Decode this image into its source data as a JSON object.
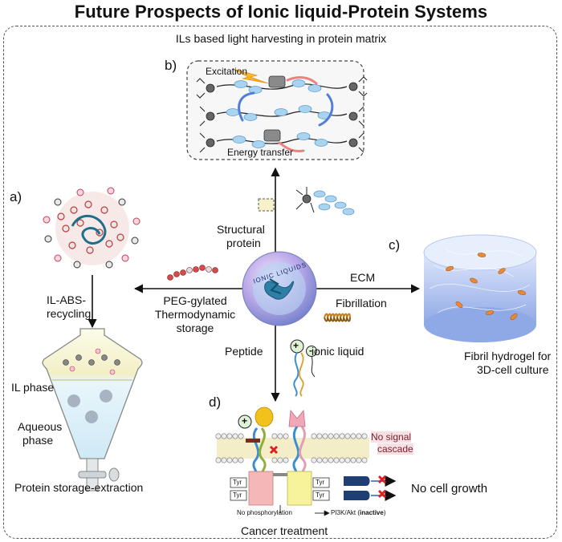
{
  "title": "Future Prospects of Ionic liquid-Protein Systems",
  "center": {
    "ring_text": "IONIC LIQUIDS"
  },
  "panel_a": {
    "letter": "a)",
    "flow_label_1": "IL-ABS-",
    "flow_label_2": "recycling",
    "il_phase": "IL phase",
    "aqueous_1": "Aqueous",
    "aqueous_2": "phase",
    "caption": "Protein storage-extraction"
  },
  "panel_b": {
    "letter": "b)",
    "header": "ILs based light harvesting in protein matrix",
    "excitation": "Excitation",
    "energy_transfer": "Energy transfer",
    "structural_1": "Structural",
    "structural_2": "protein"
  },
  "panel_c": {
    "letter": "c)",
    "ecm": "ECM",
    "fibrillation": "Fibrillation",
    "caption_1": "Fibril hydrogel for",
    "caption_2": "3D-cell culture"
  },
  "panel_d": {
    "letter": "d)",
    "peptide": "Peptide",
    "ionic_liquid": "ionic liquid",
    "no_signal_1": "No signal",
    "no_signal_2": "cascade",
    "no_growth": "No cell growth",
    "tyr": "Tyr",
    "no_phos": "No phosphorylation",
    "pathway": "PI3K/Akt (",
    "inactive": "inactive",
    "pathway_end": ")",
    "caption": "Cancer treatment"
  },
  "left_arrow": {
    "line_1": "PEG-gylated",
    "line_2": "Thermodynamic",
    "line_3": "storage"
  }
}
